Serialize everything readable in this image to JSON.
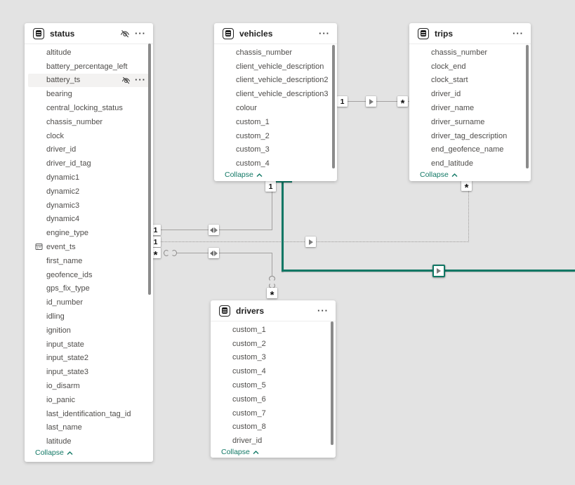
{
  "colors": {
    "accent_teal": "#117865",
    "canvas_bg": "#e3e3e3",
    "table_bg": "#ffffff",
    "hover_row_bg": "#f3f2f1",
    "relationship_line": "#a3a1a0"
  },
  "tables": {
    "status": {
      "title": "status",
      "header_icons": [
        "eye-slash",
        "more-options"
      ],
      "collapse_label": "Collapse",
      "fields": [
        {
          "name": "altitude"
        },
        {
          "name": "battery_percentage_left"
        },
        {
          "name": "battery_ts",
          "hover": true,
          "icons": [
            "eye-slash",
            "more-options"
          ]
        },
        {
          "name": "bearing"
        },
        {
          "name": "central_locking_status"
        },
        {
          "name": "chassis_number"
        },
        {
          "name": "clock"
        },
        {
          "name": "driver_id"
        },
        {
          "name": "driver_id_tag"
        },
        {
          "name": "dynamic1"
        },
        {
          "name": "dynamic2"
        },
        {
          "name": "dynamic3"
        },
        {
          "name": "dynamic4"
        },
        {
          "name": "engine_type"
        },
        {
          "name": "event_ts",
          "icon": "table-grid"
        },
        {
          "name": "first_name"
        },
        {
          "name": "geofence_ids"
        },
        {
          "name": "gps_fix_type"
        },
        {
          "name": "id_number"
        },
        {
          "name": "idling"
        },
        {
          "name": "ignition"
        },
        {
          "name": "input_state"
        },
        {
          "name": "input_state2"
        },
        {
          "name": "input_state3"
        },
        {
          "name": "io_disarm"
        },
        {
          "name": "io_panic"
        },
        {
          "name": "last_identification_tag_id"
        },
        {
          "name": "last_name"
        },
        {
          "name": "latitude"
        }
      ]
    },
    "vehicles": {
      "title": "vehicles",
      "header_icons": [
        "more-options"
      ],
      "collapse_label": "Collapse",
      "fields": [
        {
          "name": "chassis_number"
        },
        {
          "name": "client_vehicle_description"
        },
        {
          "name": "client_vehicle_description2"
        },
        {
          "name": "client_vehicle_description3"
        },
        {
          "name": "colour"
        },
        {
          "name": "custom_1"
        },
        {
          "name": "custom_2"
        },
        {
          "name": "custom_3"
        },
        {
          "name": "custom_4"
        }
      ]
    },
    "trips": {
      "title": "trips",
      "header_icons": [
        "more-options"
      ],
      "collapse_label": "Collapse",
      "fields": [
        {
          "name": "chassis_number"
        },
        {
          "name": "clock_end"
        },
        {
          "name": "clock_start"
        },
        {
          "name": "driver_id"
        },
        {
          "name": "driver_name"
        },
        {
          "name": "driver_surname"
        },
        {
          "name": "driver_tag_description"
        },
        {
          "name": "end_geofence_name"
        },
        {
          "name": "end_latitude"
        }
      ]
    },
    "drivers": {
      "title": "drivers",
      "header_icons": [
        "more-options"
      ],
      "collapse_label": "Collapse",
      "fields": [
        {
          "name": "custom_1"
        },
        {
          "name": "custom_2"
        },
        {
          "name": "custom_3"
        },
        {
          "name": "custom_4"
        },
        {
          "name": "custom_5"
        },
        {
          "name": "custom_6"
        },
        {
          "name": "custom_7"
        },
        {
          "name": "custom_8"
        },
        {
          "name": "driver_id"
        }
      ]
    }
  },
  "relationships": [
    {
      "from": "vehicles",
      "to": "trips",
      "from_card": "1",
      "to_card": "*",
      "filter_direction": "single",
      "line_style": "solid"
    },
    {
      "from": "status",
      "to": "vehicles",
      "from_card": "1",
      "to_card": "1",
      "filter_direction": "both",
      "line_style": "solid"
    },
    {
      "from": "status",
      "to": "trips",
      "from_card": "1",
      "to_card": "*",
      "filter_direction": "single",
      "line_style": "dotted",
      "active": false
    },
    {
      "from": "status",
      "to": "drivers",
      "from_card": "*",
      "to_card": "*",
      "filter_direction": "both",
      "line_style": "solid",
      "limited": true
    },
    {
      "from": "vehicles",
      "to": "offscreen-right",
      "filter_direction": "single",
      "line_style": "solid",
      "selected": true
    }
  ]
}
